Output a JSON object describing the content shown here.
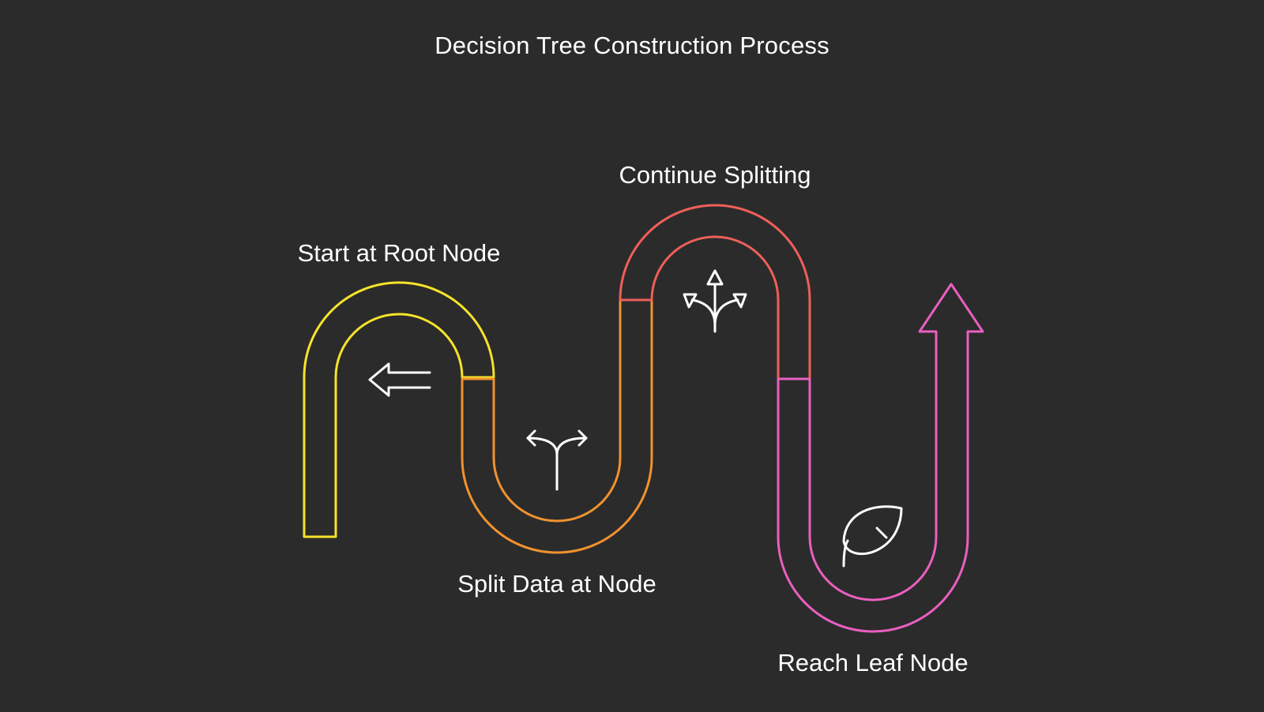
{
  "title": "Decision Tree Construction Process",
  "steps": [
    {
      "label": "Start at Root Node",
      "color": "#f6e32a",
      "icon": "arrow-left-dashed-icon"
    },
    {
      "label": "Split Data at Node",
      "color": "#f0922f",
      "icon": "fork-split-icon"
    },
    {
      "label": "Continue Splitting",
      "color": "#ee5f59",
      "icon": "three-way-split-icon"
    },
    {
      "label": "Reach Leaf Node",
      "color": "#e95fbf",
      "icon": "leaf-icon"
    }
  ],
  "colors": {
    "background": "#2b2b2b",
    "text": "#ffffff"
  }
}
